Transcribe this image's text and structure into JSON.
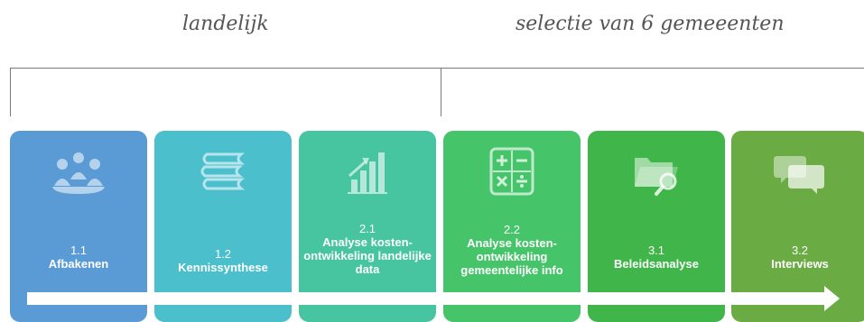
{
  "scopes": {
    "left": "landelijk",
    "right": "selectie van 6 gemeeenten"
  },
  "steps": [
    {
      "num": "1.1",
      "title": "Afbakenen",
      "color": "#5b9bd5",
      "icon": "people-icon"
    },
    {
      "num": "1.2",
      "title": "Kennissynthese",
      "color": "#4bbfcc",
      "icon": "books-icon"
    },
    {
      "num": "2.1",
      "title": "Analyse kosten-ontwikkeling landelijke data",
      "color": "#47c5a0",
      "icon": "bar-chart-icon"
    },
    {
      "num": "2.2",
      "title": "Analyse kosten-ontwikkeling gemeentelijke info",
      "color": "#45c46a",
      "icon": "calculator-icon"
    },
    {
      "num": "3.1",
      "title": "Beleidsanalyse",
      "color": "#40b54a",
      "icon": "folder-search-icon"
    },
    {
      "num": "3.2",
      "title": "Interviews",
      "color": "#6aab44",
      "icon": "chat-icon"
    }
  ]
}
